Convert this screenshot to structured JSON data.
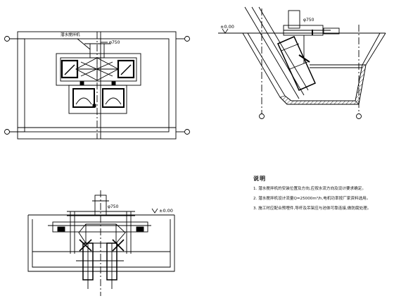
{
  "plan_view": {
    "label_callout": "潜水搅拌机",
    "diameter_label": "φ750"
  },
  "section_right": {
    "level_label": "±0.00",
    "diameter_label": "φ750"
  },
  "section_bottom": {
    "level_label": "±0.00",
    "diameter_label": "φ750"
  },
  "notes": {
    "title": "说明",
    "items": [
      "1. 潜水搅拌机的安装位置及方向,应按水流方向及设计要求确定。",
      "2. 潜水搅拌机设计流量Q=25000m³/h,电机功率按厂家资料选用。",
      "3. 施工时应配合预埋件,导杆及吊架应与池体可靠连接,做防腐处理。"
    ]
  }
}
